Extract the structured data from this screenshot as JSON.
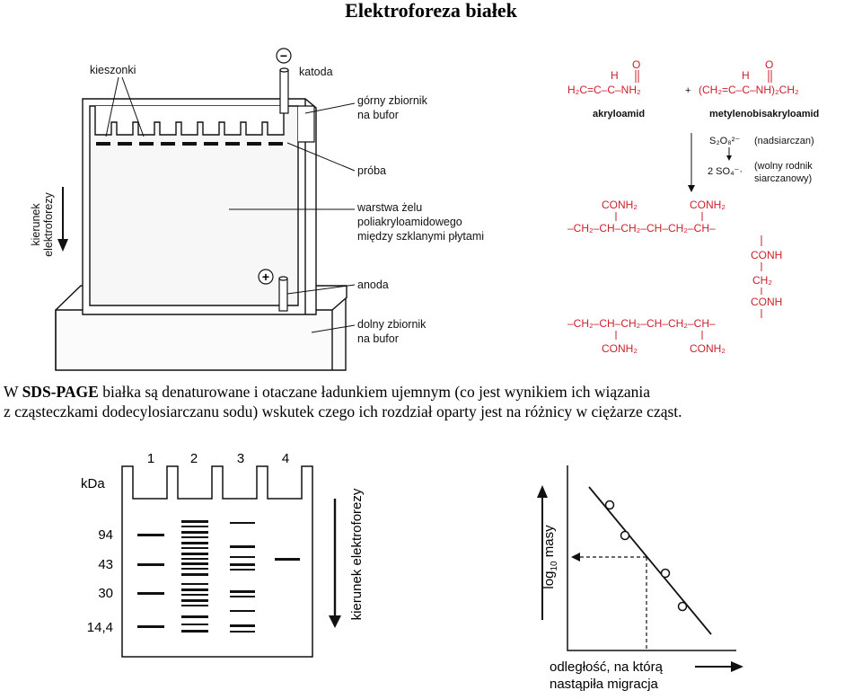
{
  "title": "Elektroforeza białek",
  "description": {
    "prefix": "W ",
    "bold": "SDS-PAGE",
    "line1_rest": " białka są denaturowane i otaczane ładunkiem ujemnym (co jest wynikiem ich wiązania",
    "line2": "z cząsteczkami dodecylosiarczanu sodu) wskutek czego ich rozdział oparty jest na różnicy w ciężarze cząst."
  },
  "apparatus": {
    "labels": {
      "wells": "kieszonki",
      "cathode": "katoda",
      "upper_buffer_1": "górny zbiornik",
      "upper_buffer_2": "na bufor",
      "sample": "próba",
      "gel_1": "warstwa żelu",
      "gel_2": "poliakryloamidowego",
      "gel_3": "między szklanymi płytami",
      "anode": "anoda",
      "lower_buffer_1": "dolny zbiornik",
      "lower_buffer_2": "na bufor",
      "direction_1": "kierunek",
      "direction_2": "elektroforezy"
    },
    "symbols": {
      "minus": "−",
      "plus": "+"
    }
  },
  "chemistry": {
    "acrylamide_label": "akryloamid",
    "bis_label": "metylenobisakryloamid",
    "persulfate": "(nadsiarczan)",
    "radical_1": "(wolny rodnik",
    "radical_2": "siarczanowy)",
    "colors": {
      "chain": "#cc1f2a",
      "text": "#111111"
    }
  },
  "gel": {
    "unit": "kDa",
    "lanes": [
      "1",
      "2",
      "3",
      "4"
    ],
    "markers": [
      "94",
      "43",
      "30",
      "14,4"
    ],
    "direction": "kierunek elektroforezy"
  },
  "plot": {
    "ylabel": "log",
    "ylabel_sub": "10",
    "ylabel_rest": " masy",
    "xlabel_1": "odległość, na którą",
    "xlabel_2": "nastąpiła migracja"
  }
}
